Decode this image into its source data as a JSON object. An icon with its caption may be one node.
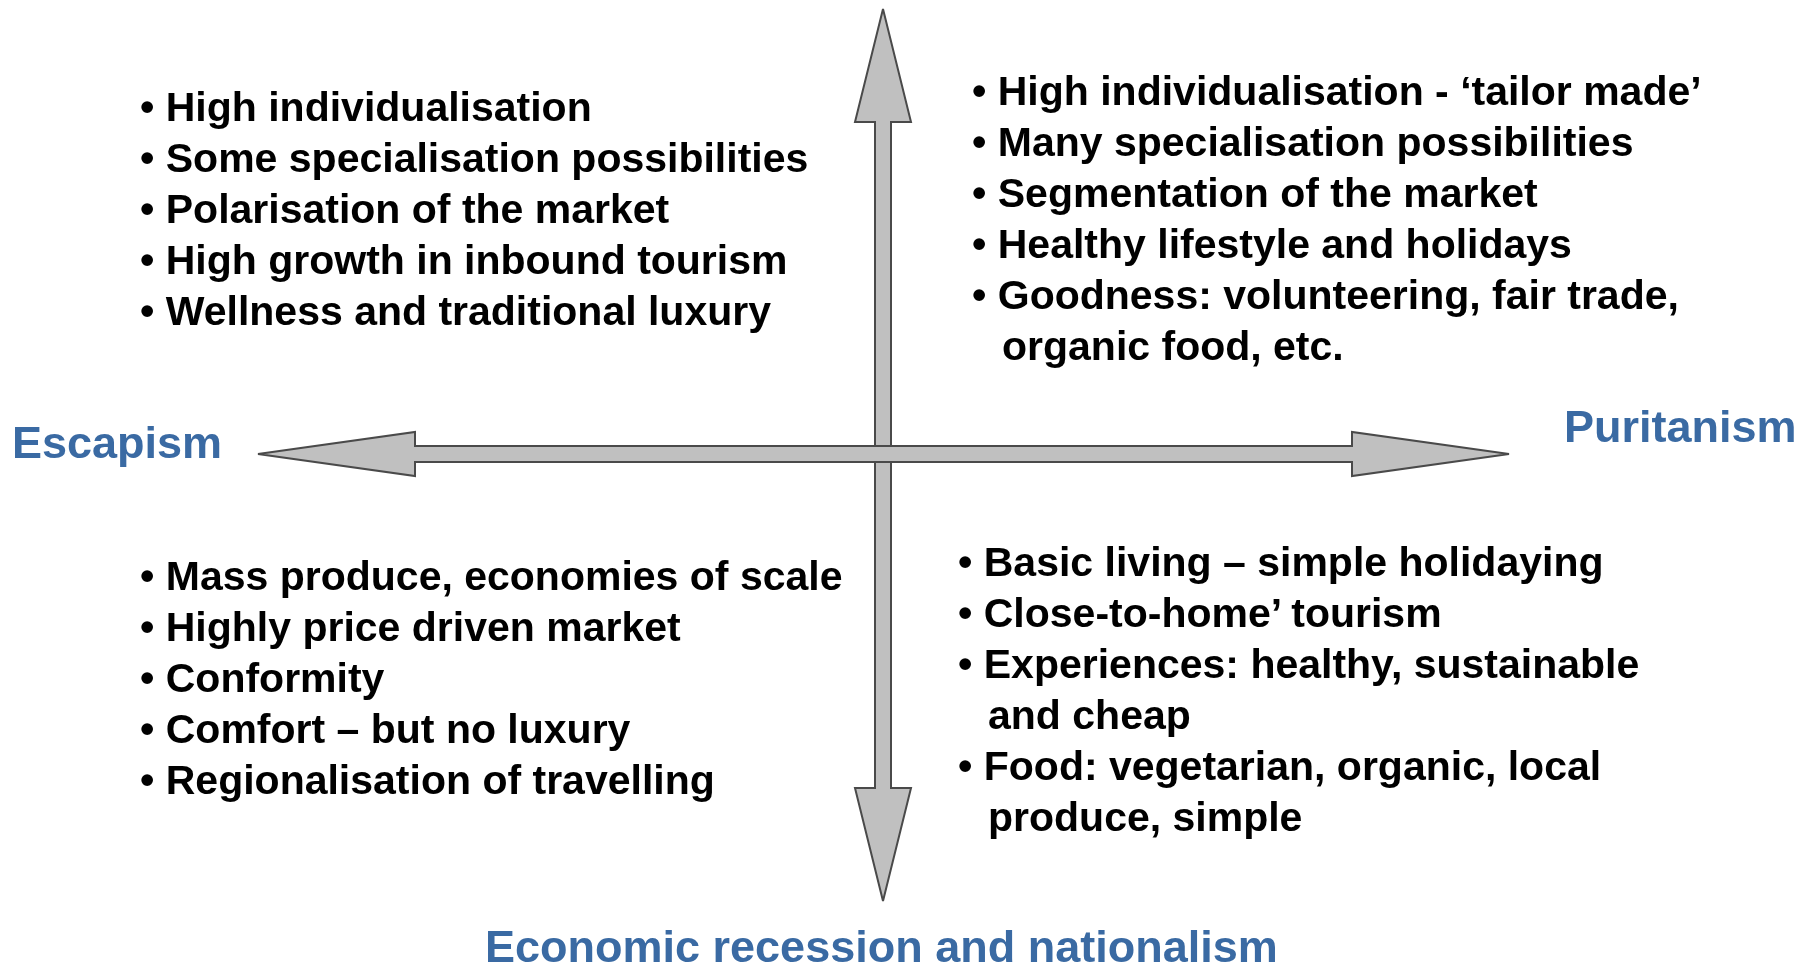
{
  "diagram": {
    "labels": [
      "• High individualisation",
      "• Some specialisation possibilities",
      "• Polarisation of the market",
      "• High growth in inbound tourism",
      "• Wellness and traditional luxury",
      "• High individualisation - ‘tailor made’",
      "• Many specialisation possibilities",
      "• Segmentation of the market",
      "• Healthy lifestyle and holidays",
      "• Goodness: volunteering, fair trade, organic food, etc.",
      "Escapism",
      "Puritanism",
      "• Mass produce, economies of scale",
      "• Highly price driven market",
      "• Conformity",
      "• Comfort – but no luxury",
      "• Regionalisation of travelling",
      "• Basic living – simple holidaying",
      "• Close-to-home’ tourism",
      "• Experiences: healthy, sustainable and cheap",
      "• Food: vegetarian, organic, local produce, simple",
      "Economic recession and nationalism"
    ]
  }
}
